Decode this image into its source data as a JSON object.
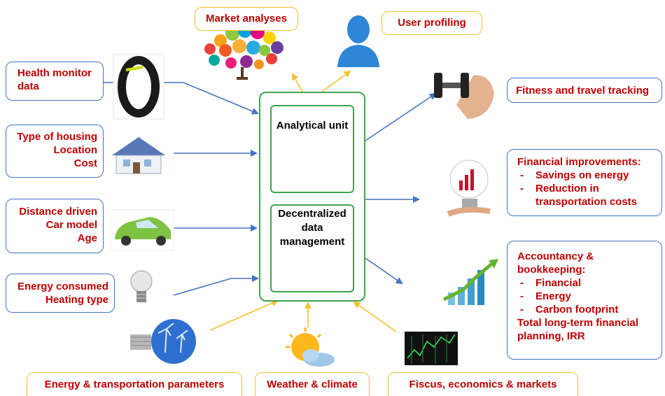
{
  "center": {
    "analytical_unit": "Analytical unit",
    "decentralized": [
      "Decentralized",
      "data",
      "management"
    ]
  },
  "top": {
    "market_analyses": "Market analyses",
    "user_profiling": "User profiling"
  },
  "left": {
    "health": [
      "Health monitor",
      "data"
    ],
    "housing": [
      "Type of housing",
      "Location",
      "Cost"
    ],
    "car": [
      "Distance driven",
      "Car model",
      "Age"
    ],
    "energy": [
      "Energy consumed",
      "Heating type"
    ]
  },
  "right": {
    "fitness": "Fitness and travel tracking",
    "financial_title": "Financial improvements:",
    "financial_items": [
      "Savings on energy",
      "Reduction in",
      "transportation costs"
    ],
    "accountancy_title": [
      "Accountancy  &",
      "bookkeeping:"
    ],
    "accountancy_items": [
      "Financial",
      "Energy",
      "Carbon footprint"
    ],
    "accountancy_footer": [
      "Total long-term financial",
      "planning, IRR"
    ]
  },
  "bottom": {
    "energy_transport": "Energy & transportation parameters",
    "weather": "Weather & climate",
    "fiscus": "Fiscus, economics & markets"
  },
  "colors": {
    "label_text": "#c00000",
    "blue_border": "#4472c4",
    "yellow_border": "#f2c12e",
    "green_border": "#3fa34d",
    "arrow_blue": "#4472c4",
    "arrow_yellow": "#f2c12e"
  },
  "icons": [
    "word-cloud-tree-icon",
    "user-silhouette-icon",
    "fitness-band-icon",
    "house-icon",
    "electric-car-icon",
    "light-bulb-icon",
    "dumbbell-arm-icon",
    "money-bulb-icon",
    "growth-chart-icon",
    "wind-bulb-icon",
    "sun-cloud-icon",
    "stock-ticker-icon",
    "analytics-dashboard-icon",
    "database-network-icon"
  ]
}
